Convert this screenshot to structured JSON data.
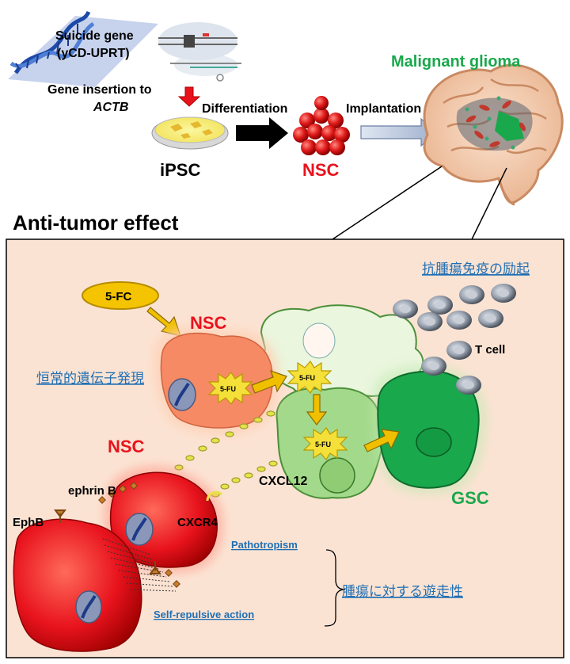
{
  "top": {
    "suicide_gene_line1": "Suicide gene",
    "suicide_gene_line2": "(yCD-UPRT)",
    "gene_insertion": "Gene insertion to",
    "actb": "ACTB",
    "differentiation": "Differentiation",
    "implantation": "Implantation",
    "ipsc": "iPSC",
    "nsc": "NSC",
    "malignant_glioma": "Malignant glioma"
  },
  "section_title": "Anti-tumor effect",
  "panel": {
    "five_fc": "5-FC",
    "nsc_upper": "NSC",
    "nsc_lower": "NSC",
    "five_fu_1": "5-FU",
    "five_fu_2": "5-FU",
    "five_fu_3": "5-FU",
    "immune_link": "抗腫瘍免疫の励起",
    "t_cell": "T cell",
    "expression_link": "恒常的遺伝子発現",
    "cxcl12": "CXCL12",
    "ephrin_b": "ephrin B",
    "ephb": "EphB",
    "cxcr4": "CXCR4",
    "gsc": "GSC",
    "pathotropism": "Pathotropism",
    "self_repulsive": "Self-repulsive  action",
    "migration_link": "腫瘍に対する遊走性"
  },
  "colors": {
    "nsc_red": "#e8131d",
    "glioma_green": "#1aa84c",
    "link_blue": "#1f6fb5",
    "panel_bg": "#fbe3d3"
  }
}
